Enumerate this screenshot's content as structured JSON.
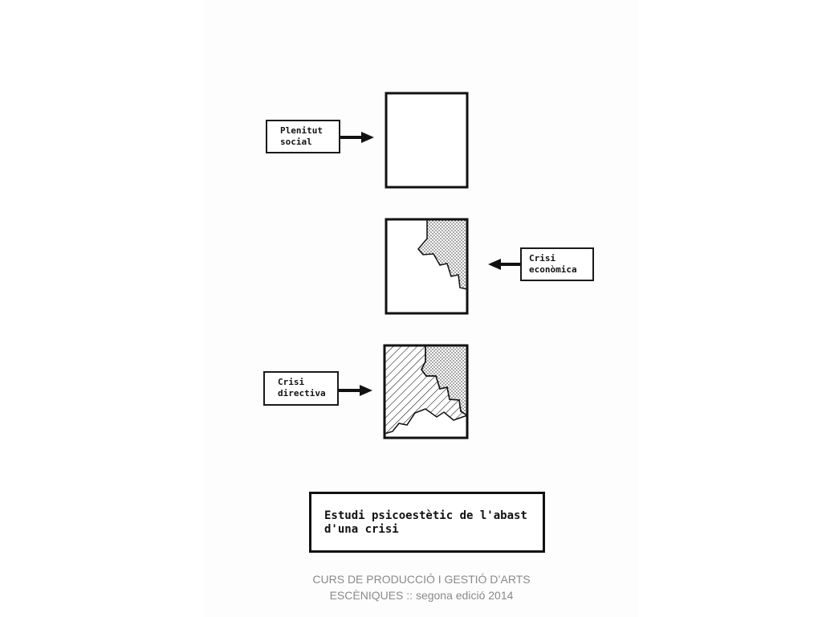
{
  "labels": {
    "plenitud": [
      "Plenitut",
      "social"
    ],
    "economica": [
      "Crisi",
      "econòmica"
    ],
    "directiva": [
      "Crisi",
      "directiva"
    ]
  },
  "title": {
    "line1": "Estudi psicoestètic de l'abast",
    "line2": "d'una crisi"
  },
  "footer": {
    "line1": "CURS DE PRODUCCIÓ I GESTIÓ D’ARTS",
    "line2": "ESCÈNIQUES :: segona edició 2014"
  },
  "colors": {
    "ink": "#111111",
    "footer_text": "#8a8a8a"
  }
}
